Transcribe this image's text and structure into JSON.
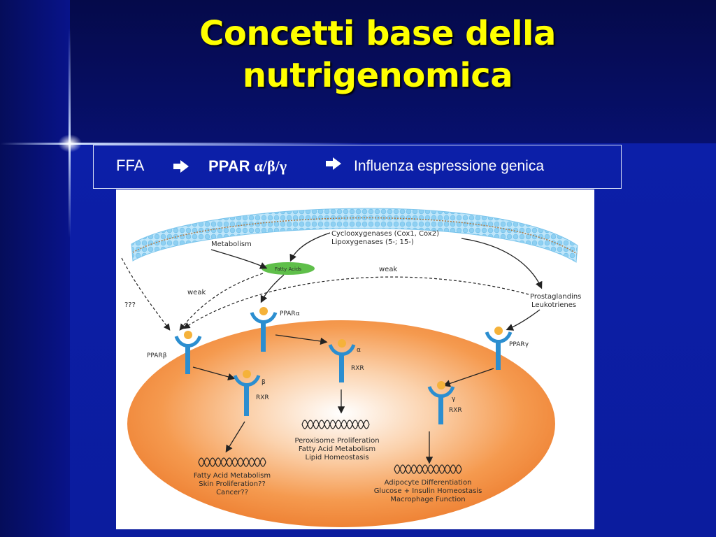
{
  "slide": {
    "title_line1": "Concetti base della",
    "title_line2": "nutrigenomica"
  },
  "flow": {
    "ffa": "FFA",
    "ppar_prefix": "PPAR ",
    "ppar_greek": "α/β/γ",
    "influence": "Influenza espressione genica"
  },
  "diagram": {
    "metabolism": "Metabolism",
    "fatty_acids": "Fatty Acids",
    "enzymes_line1": "Cyclooxygenases (Cox1,  Cox2)",
    "enzymes_line2": "Lipoxygenases (5-; 15-)",
    "weak_left": "weak",
    "weak_right": "weak",
    "unknown": "???",
    "prostaglandins": "Prostaglandins",
    "leukotrienes": "Leukotrienes",
    "ppar_alpha": "PPARα",
    "ppar_beta": "PPARβ",
    "ppar_gamma": "PPARγ",
    "rxr_alpha_symbol": "α",
    "rxr_beta_symbol": "β",
    "rxr_gamma_symbol": "γ",
    "rxr": "RXR",
    "alpha_effects": [
      "Peroxisome Proliferation",
      "Fatty Acid Metabolism",
      "Lipid Homeostasis"
    ],
    "beta_effects": [
      "Fatty Acid Metabolism",
      "Skin Proliferation??",
      "Cancer??"
    ],
    "gamma_effects": [
      "Adipocyte Differentiation",
      "Glucose + Insulin Homeostasis",
      "Macrophage Function"
    ]
  },
  "colors": {
    "title": "#ffff00",
    "background": "#0a1a8c",
    "nucleus": "#f08a3a",
    "receptor": "#2b8ed0",
    "ligand": "#f5b23a",
    "fatty_acid_pill": "#5fbf4a",
    "membrane": "#9fd6f3"
  },
  "icons": [
    "arrow-right-icon",
    "receptor-icon",
    "dna-icon"
  ]
}
